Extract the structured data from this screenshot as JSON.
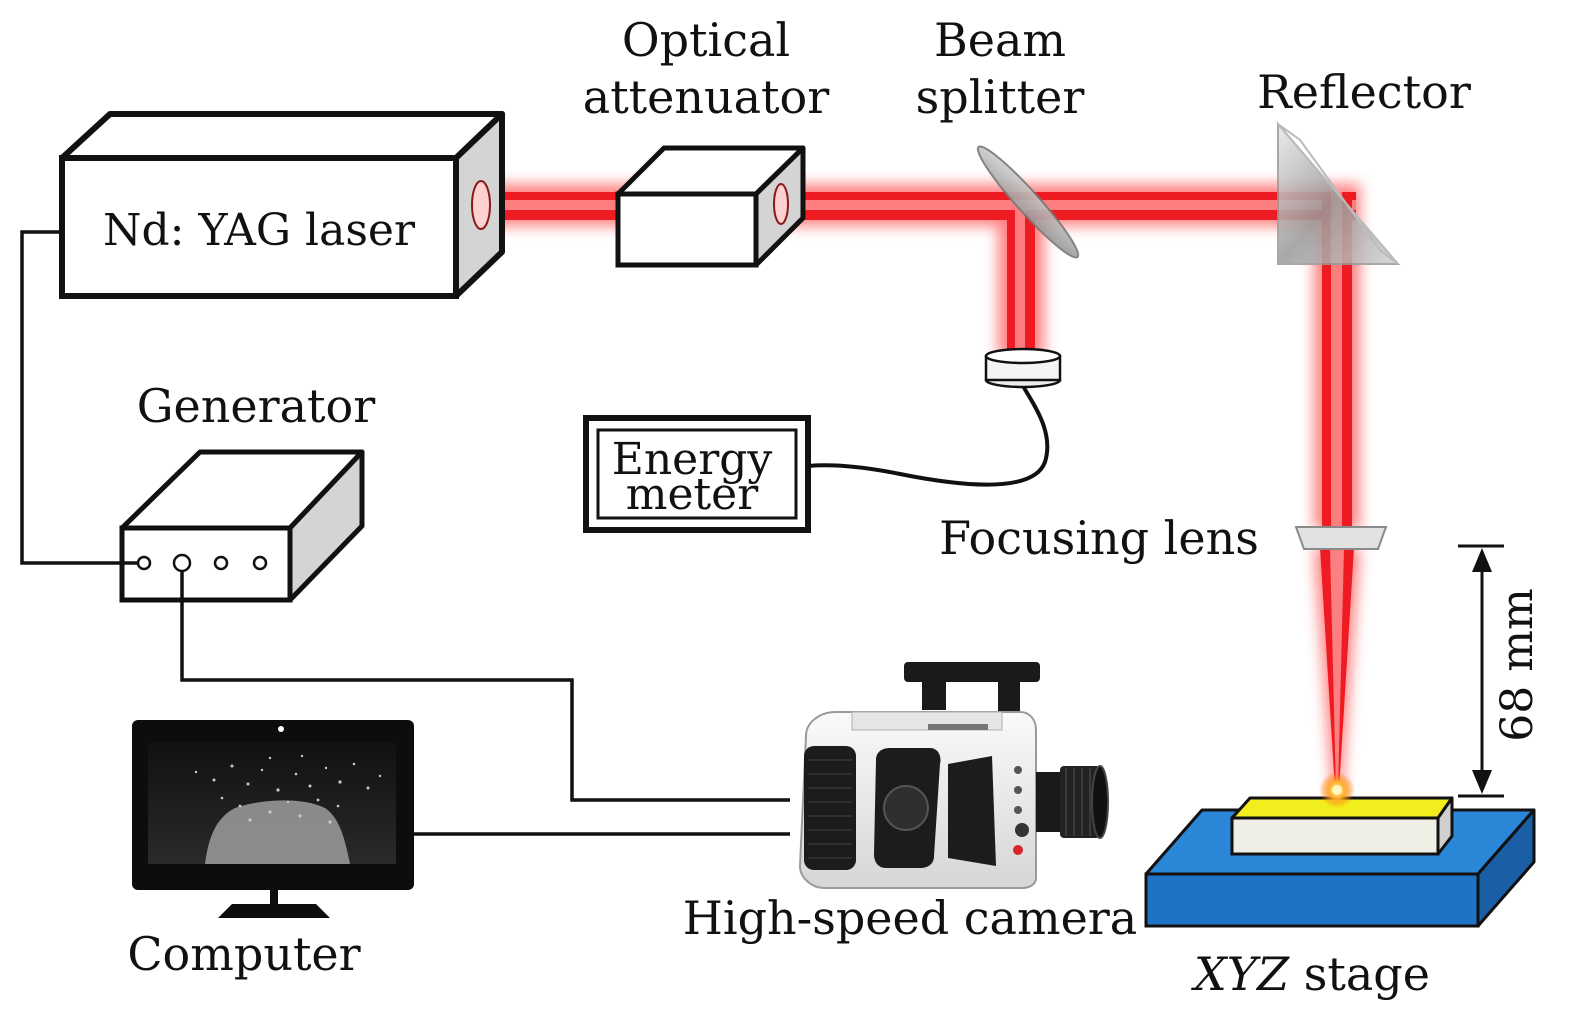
{
  "labels": {
    "laser": "Nd: YAG laser",
    "optical_attenuator_line1": "Optical",
    "optical_attenuator_line2": "attenuator",
    "beam_splitter_line1": "Beam",
    "beam_splitter_line2": "splitter",
    "reflector": "Reflector",
    "generator": "Generator",
    "energy_meter_line1": "Energy",
    "energy_meter_line2": "meter",
    "focusing_lens": "Focusing lens",
    "distance": "68 mm",
    "high_speed_camera": "High-speed camera",
    "computer": "Computer",
    "xyz_stage_italic": "XYZ",
    "xyz_stage_rest": " stage"
  },
  "colors": {
    "beam": "#e8141c",
    "beam_glow": "#ff7a7a",
    "stage": "#1f73c4",
    "sample_top": "#f2ee1e",
    "spark": "#ffb030"
  }
}
